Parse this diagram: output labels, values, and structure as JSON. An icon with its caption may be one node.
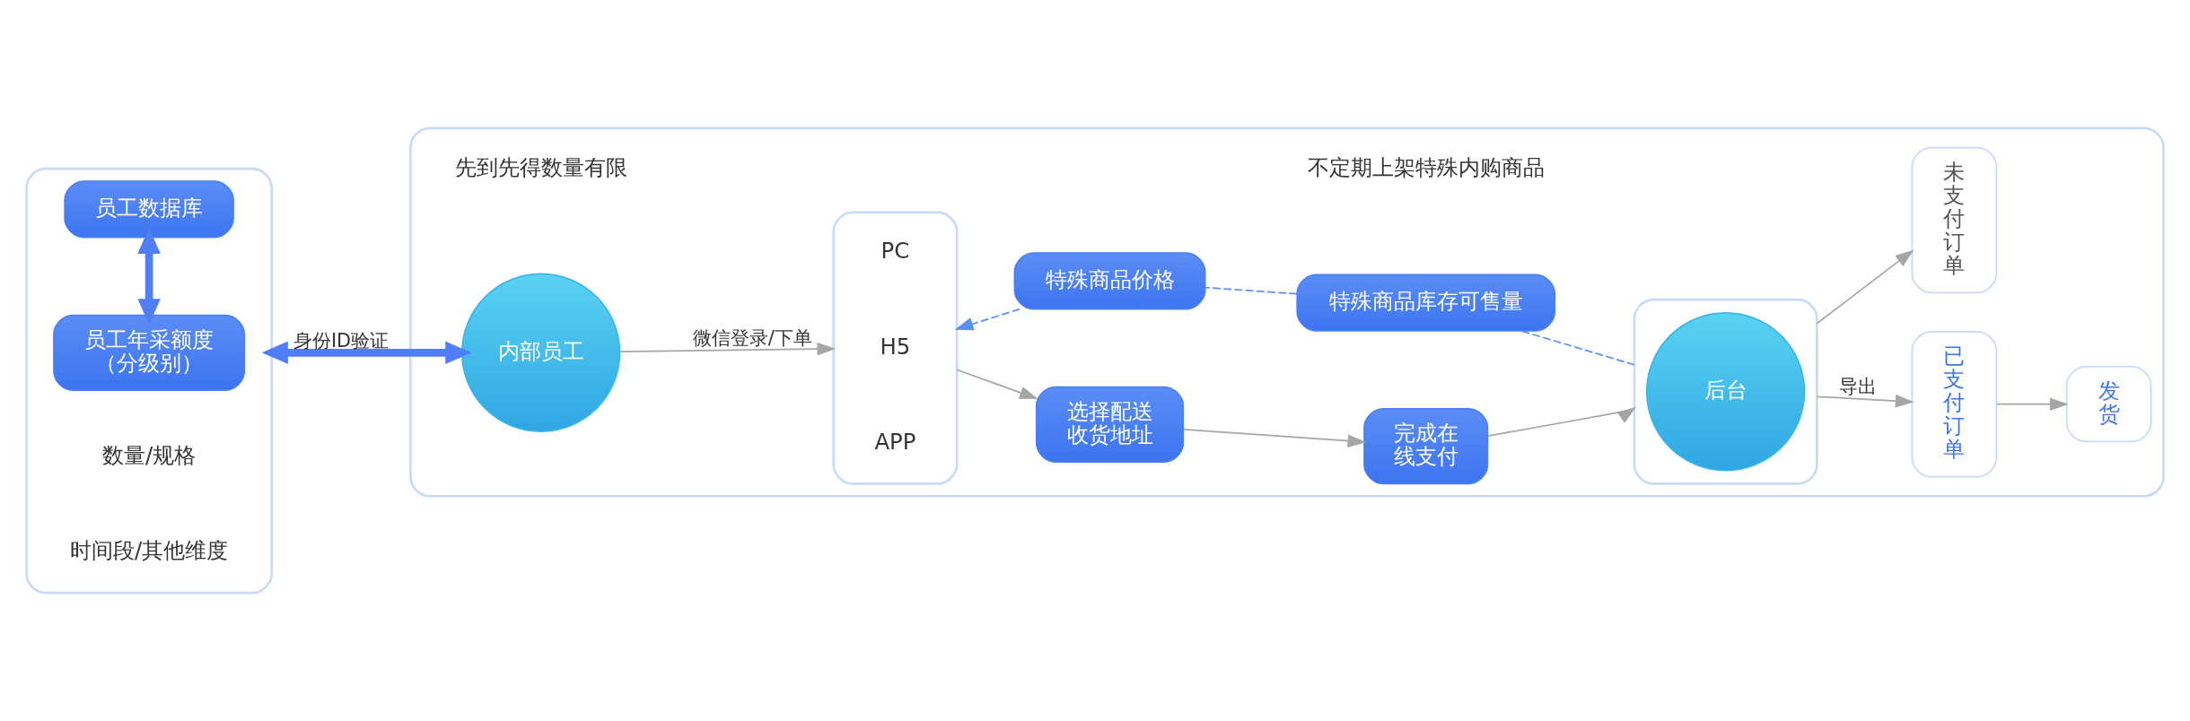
{
  "diagram": {
    "nodes": [
      {
        "text": [],
        "shape": "box"
      },
      {
        "text": [
          "员工数据库"
        ],
        "in": 0
      },
      {
        "text": [
          "员工年采额度",
          "（分级别）"
        ],
        "in": 0
      },
      {
        "text": [],
        "shape": "box"
      },
      {
        "text": [
          "内部员工"
        ],
        "in": 3
      },
      {
        "text": [],
        "shape": "box",
        "in": 3
      },
      {
        "text": [
          "PC"
        ],
        "in": 5
      },
      {
        "text": [
          "H5"
        ],
        "in": 5
      },
      {
        "text": [
          "APP"
        ],
        "in": 5
      },
      {
        "text": [
          "选择配送收货地址"
        ],
        "in": 3
      },
      {
        "text": [
          "完成在线支付"
        ],
        "in": 3
      },
      {
        "text": [],
        "shape": "box",
        "in": 3
      },
      {
        "text": [
          "后台"
        ],
        "in": 11
      },
      {
        "text": [
          "已支付订单"
        ],
        "in": 3
      },
      {
        "text": [
          "发货"
        ],
        "in": 3
      },
      {
        "text": [
          "未支付订单"
        ],
        "in": 3
      },
      {
        "text": [
          "特殊商品价格"
        ],
        "in": 3
      },
      {
        "text": [
          "特殊商品库存可售量"
        ],
        "in": 3
      }
    ],
    "edges": [
      {
        "from": 0,
        "to": 4,
        "arrow": "both",
        "label": "身份ID验证",
        "style": "thick",
        "color": "#4f7ef7"
      },
      {
        "from": 1,
        "to": 2,
        "arrow": "both",
        "style": "thick",
        "color": "#4f7ef7"
      },
      {
        "from": 4,
        "to": 5,
        "arrow": "to",
        "label": "微信登录/下单"
      },
      {
        "from": 5,
        "to": 9,
        "arrow": "to"
      },
      {
        "from": 9,
        "to": 10,
        "arrow": "to"
      },
      {
        "from": 10,
        "to": 11,
        "arrow": "to"
      },
      {
        "from": 11,
        "to": 17,
        "arrow": "none",
        "style": "dashed",
        "color": "#5b8ff9"
      },
      {
        "from": 17,
        "to": 16,
        "arrow": "none",
        "style": "dashed",
        "color": "#5b8ff9"
      },
      {
        "from": 16,
        "to": 5,
        "arrow": "to",
        "style": "dashed",
        "color": "#5b8ff9"
      },
      {
        "from": 11,
        "to": 13,
        "arrow": "to",
        "label": "导出"
      },
      {
        "from": 13,
        "to": 14,
        "arrow": "to"
      },
      {
        "from": 11,
        "to": 15,
        "arrow": "to"
      }
    ],
    "labels": [
      "数量/规格",
      "时间段/其他维度",
      "不定期上架特殊内购商品",
      "先到先得数量有限"
    ]
  }
}
